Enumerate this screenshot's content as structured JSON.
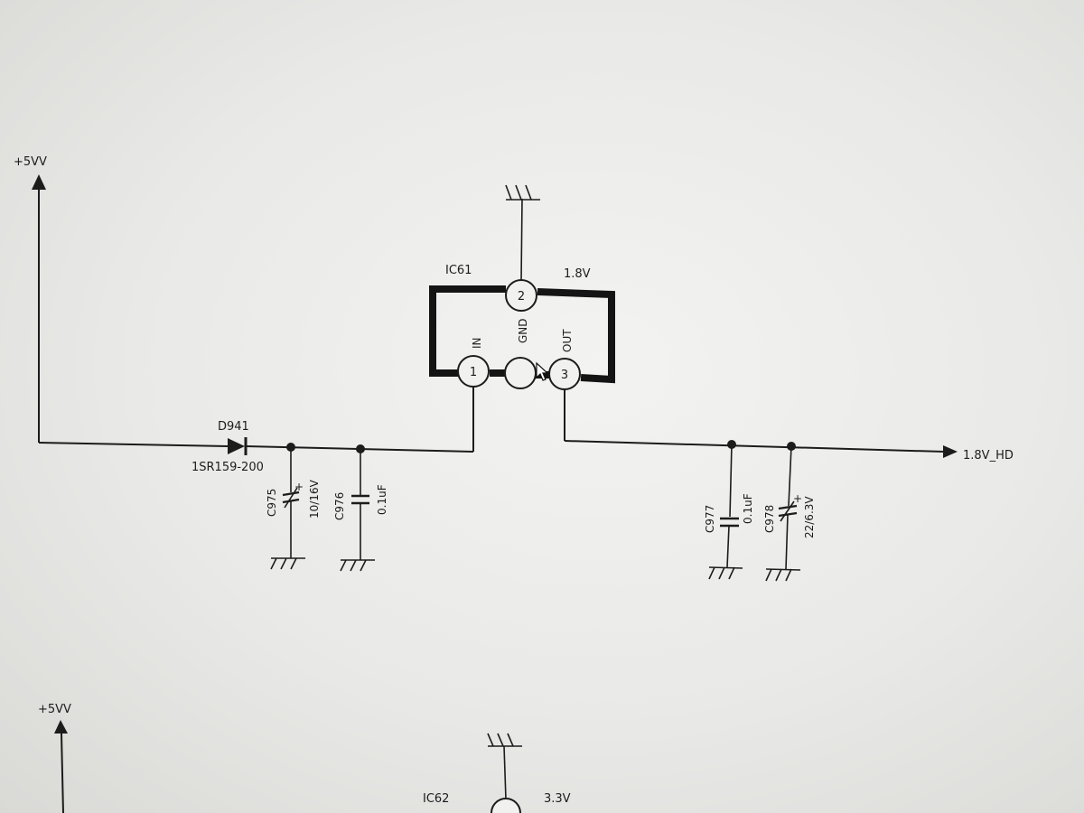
{
  "schematic": {
    "rails": {
      "top_supply": "+5VV",
      "bottom_supply": "+5VV",
      "output_net": "1.8V_HD"
    },
    "ic61": {
      "ref": "IC61",
      "voltage": "1.8V",
      "pins": {
        "in_label": "IN",
        "gnd_label": "GND",
        "out_label": "OUT",
        "in_num": "1",
        "gnd_num": "2",
        "out_num": "3"
      }
    },
    "ic62": {
      "ref": "IC62",
      "voltage": "3.3V"
    },
    "d941": {
      "ref": "D941",
      "part": "1SR159-200"
    },
    "c975": {
      "ref": "C975",
      "value": "10/16V"
    },
    "c976": {
      "ref": "C976",
      "value": "0.1uF"
    },
    "c977": {
      "ref": "C977",
      "value": "0.1uF"
    },
    "c978": {
      "ref": "C978",
      "value": "22/6.3V"
    },
    "polarity_mark": "+"
  }
}
